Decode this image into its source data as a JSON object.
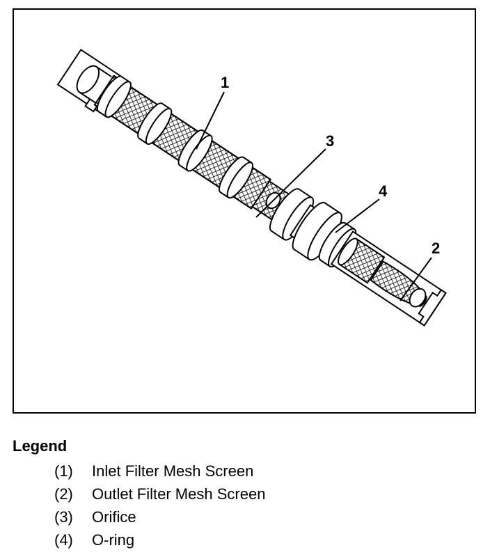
{
  "callouts": [
    "1",
    "2",
    "3",
    "4"
  ],
  "legend": {
    "title": "Legend",
    "items": [
      {
        "num": "(1)",
        "label": "Inlet Filter Mesh Screen"
      },
      {
        "num": "(2)",
        "label": "Outlet Filter Mesh Screen"
      },
      {
        "num": "(3)",
        "label": "Orifice"
      },
      {
        "num": "(4)",
        "label": "O-ring"
      }
    ]
  }
}
